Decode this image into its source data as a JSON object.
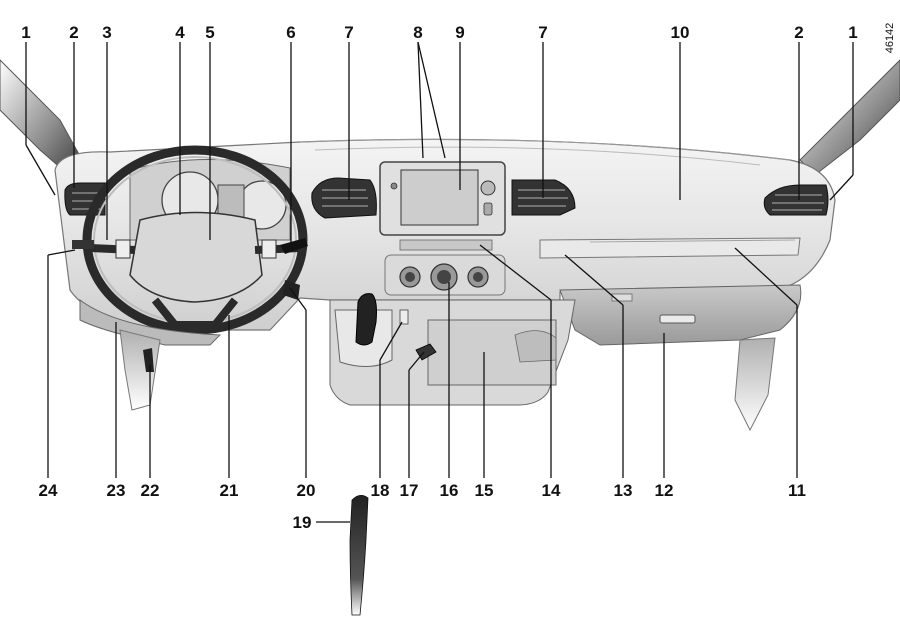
{
  "reference_code": "46142",
  "callouts": [
    {
      "id": "c1l",
      "label": "1"
    },
    {
      "id": "c2l",
      "label": "2"
    },
    {
      "id": "c3",
      "label": "3"
    },
    {
      "id": "c4",
      "label": "4"
    },
    {
      "id": "c5",
      "label": "5"
    },
    {
      "id": "c6",
      "label": "6"
    },
    {
      "id": "c7l",
      "label": "7"
    },
    {
      "id": "c8",
      "label": "8"
    },
    {
      "id": "c9",
      "label": "9"
    },
    {
      "id": "c7r",
      "label": "7"
    },
    {
      "id": "c10",
      "label": "10"
    },
    {
      "id": "c2r",
      "label": "2"
    },
    {
      "id": "c1r",
      "label": "1"
    },
    {
      "id": "c24",
      "label": "24"
    },
    {
      "id": "c23",
      "label": "23"
    },
    {
      "id": "c22",
      "label": "22"
    },
    {
      "id": "c21",
      "label": "21"
    },
    {
      "id": "c20",
      "label": "20"
    },
    {
      "id": "c18",
      "label": "18"
    },
    {
      "id": "c17",
      "label": "17"
    },
    {
      "id": "c16",
      "label": "16"
    },
    {
      "id": "c15",
      "label": "15"
    },
    {
      "id": "c14",
      "label": "14"
    },
    {
      "id": "c13",
      "label": "13"
    },
    {
      "id": "c12",
      "label": "12"
    },
    {
      "id": "c11",
      "label": "11"
    },
    {
      "id": "c19",
      "label": "19"
    }
  ]
}
